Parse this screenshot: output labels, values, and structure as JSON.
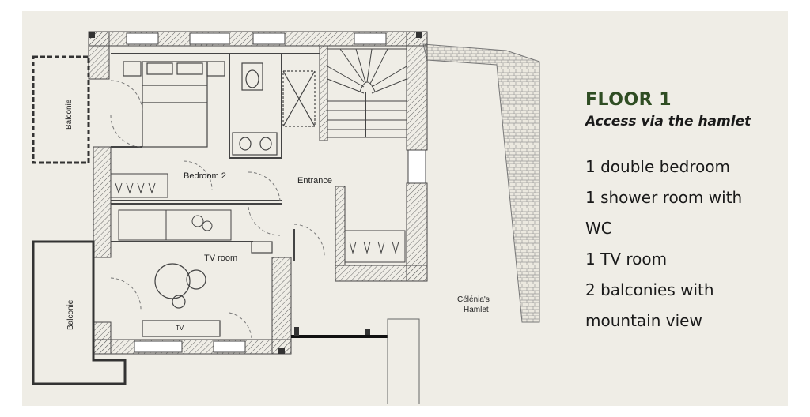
{
  "heading": {
    "title": "FLOOR 1",
    "subtitle": "Access via the hamlet"
  },
  "features": [
    "1 double bedroom",
    "1 shower room with\nWC",
    "1 TV room",
    "2 balconies with\nmountain view"
  ],
  "plan_labels": {
    "bedroom": "Bedroom 2",
    "entrance": "Entrance",
    "tv_room": "TV room",
    "tv": "TV",
    "balcony_top": "Balconie",
    "balcony_bottom": "Balconie",
    "hamlet_line1": "Célénia's",
    "hamlet_line2": "Hamlet"
  },
  "colors": {
    "title_green": "#2f4d23",
    "background": "#efede6",
    "wall": "#555555"
  }
}
